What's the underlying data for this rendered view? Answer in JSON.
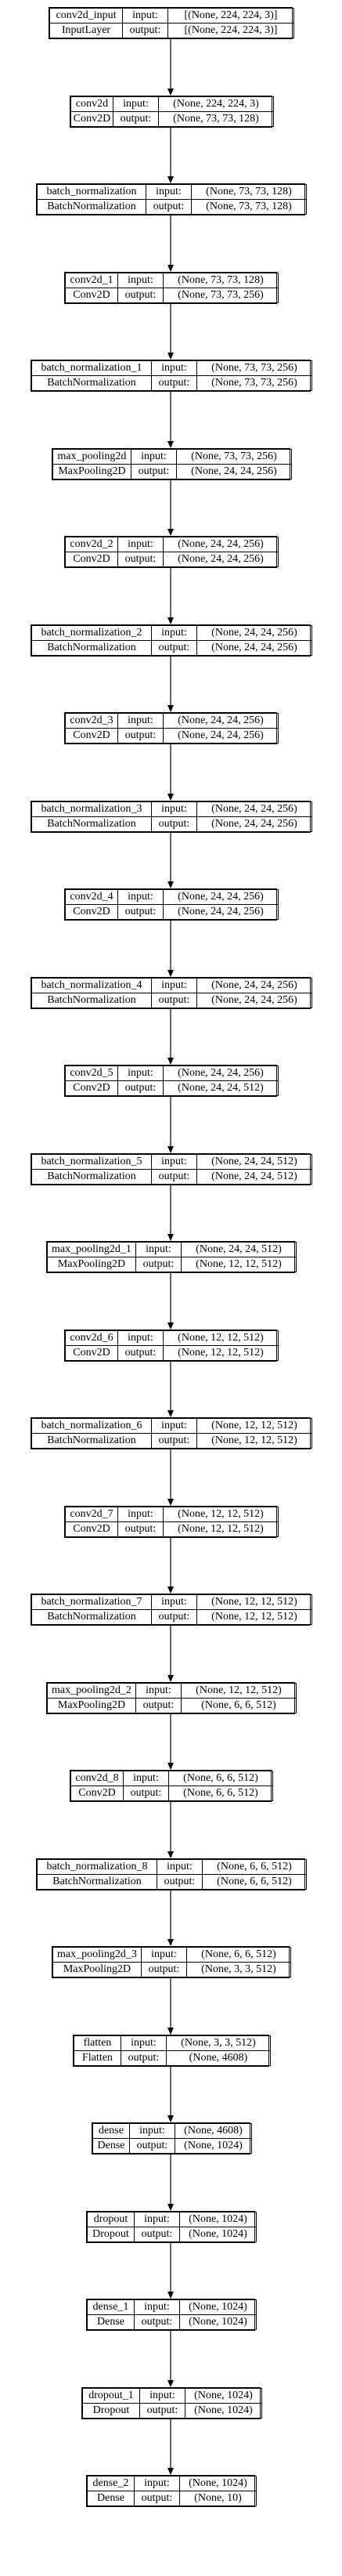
{
  "layers": [
    {
      "name": "conv2d_input",
      "type": "InputLayer",
      "input": "[(None, 224, 224, 3)]",
      "output": "[(None, 224, 224, 3)]"
    },
    {
      "name": "conv2d",
      "type": "Conv2D",
      "input": "(None, 224, 224, 3)",
      "output": "(None, 73, 73, 128)"
    },
    {
      "name": "batch_normalization",
      "type": "BatchNormalization",
      "input": "(None, 73, 73, 128)",
      "output": "(None, 73, 73, 128)"
    },
    {
      "name": "conv2d_1",
      "type": "Conv2D",
      "input": "(None, 73, 73, 128)",
      "output": "(None, 73, 73, 256)"
    },
    {
      "name": "batch_normalization_1",
      "type": "BatchNormalization",
      "input": "(None, 73, 73, 256)",
      "output": "(None, 73, 73, 256)"
    },
    {
      "name": "max_pooling2d",
      "type": "MaxPooling2D",
      "input": "(None, 73, 73, 256)",
      "output": "(None, 24, 24, 256)"
    },
    {
      "name": "conv2d_2",
      "type": "Conv2D",
      "input": "(None, 24, 24, 256)",
      "output": "(None, 24, 24, 256)"
    },
    {
      "name": "batch_normalization_2",
      "type": "BatchNormalization",
      "input": "(None, 24, 24, 256)",
      "output": "(None, 24, 24, 256)"
    },
    {
      "name": "conv2d_3",
      "type": "Conv2D",
      "input": "(None, 24, 24, 256)",
      "output": "(None, 24, 24, 256)"
    },
    {
      "name": "batch_normalization_3",
      "type": "BatchNormalization",
      "input": "(None, 24, 24, 256)",
      "output": "(None, 24, 24, 256)"
    },
    {
      "name": "conv2d_4",
      "type": "Conv2D",
      "input": "(None, 24, 24, 256)",
      "output": "(None, 24, 24, 256)"
    },
    {
      "name": "batch_normalization_4",
      "type": "BatchNormalization",
      "input": "(None, 24, 24, 256)",
      "output": "(None, 24, 24, 256)"
    },
    {
      "name": "conv2d_5",
      "type": "Conv2D",
      "input": "(None, 24, 24, 256)",
      "output": "(None, 24, 24, 512)"
    },
    {
      "name": "batch_normalization_5",
      "type": "BatchNormalization",
      "input": "(None, 24, 24, 512)",
      "output": "(None, 24, 24, 512)"
    },
    {
      "name": "max_pooling2d_1",
      "type": "MaxPooling2D",
      "input": "(None, 24, 24, 512)",
      "output": "(None, 12, 12, 512)"
    },
    {
      "name": "conv2d_6",
      "type": "Conv2D",
      "input": "(None, 12, 12, 512)",
      "output": "(None, 12, 12, 512)"
    },
    {
      "name": "batch_normalization_6",
      "type": "BatchNormalization",
      "input": "(None, 12, 12, 512)",
      "output": "(None, 12, 12, 512)"
    },
    {
      "name": "conv2d_7",
      "type": "Conv2D",
      "input": "(None, 12, 12, 512)",
      "output": "(None, 12, 12, 512)"
    },
    {
      "name": "batch_normalization_7",
      "type": "BatchNormalization",
      "input": "(None, 12, 12, 512)",
      "output": "(None, 12, 12, 512)"
    },
    {
      "name": "max_pooling2d_2",
      "type": "MaxPooling2D",
      "input": "(None, 12, 12, 512)",
      "output": "(None, 6, 6, 512)"
    },
    {
      "name": "conv2d_8",
      "type": "Conv2D",
      "input": "(None, 6, 6, 512)",
      "output": "(None, 6, 6, 512)"
    },
    {
      "name": "batch_normalization_8",
      "type": "BatchNormalization",
      "input": "(None, 6, 6, 512)",
      "output": "(None, 6, 6, 512)"
    },
    {
      "name": "max_pooling2d_3",
      "type": "MaxPooling2D",
      "input": "(None, 6, 6, 512)",
      "output": "(None, 3, 3, 512)"
    },
    {
      "name": "flatten",
      "type": "Flatten",
      "input": "(None, 3, 3, 512)",
      "output": "(None, 4608)"
    },
    {
      "name": "dense",
      "type": "Dense",
      "input": "(None, 4608)",
      "output": "(None, 1024)"
    },
    {
      "name": "dropout",
      "type": "Dropout",
      "input": "(None, 1024)",
      "output": "(None, 1024)"
    },
    {
      "name": "dense_1",
      "type": "Dense",
      "input": "(None, 1024)",
      "output": "(None, 1024)"
    },
    {
      "name": "dropout_1",
      "type": "Dropout",
      "input": "(None, 1024)",
      "output": "(None, 1024)"
    },
    {
      "name": "dense_2",
      "type": "Dense",
      "input": "(None, 1024)",
      "output": "(None, 10)"
    }
  ],
  "labels": {
    "input": "input:",
    "output": "output:"
  }
}
